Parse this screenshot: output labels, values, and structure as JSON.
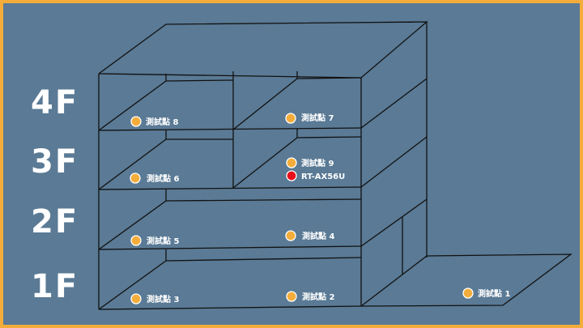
{
  "floors": [
    "4F",
    "3F",
    "2F",
    "1F"
  ],
  "points": [
    {
      "id": "p8",
      "label": "測試點 8"
    },
    {
      "id": "p7",
      "label": "測試點 7"
    },
    {
      "id": "p9",
      "label": "測試點 9"
    },
    {
      "id": "router",
      "label": "RT-AX56U"
    },
    {
      "id": "p6",
      "label": "測試點 6"
    },
    {
      "id": "p5",
      "label": "測試點 5"
    },
    {
      "id": "p4",
      "label": "測試點 4"
    },
    {
      "id": "p3",
      "label": "測試點 3"
    },
    {
      "id": "p2",
      "label": "測試點 2"
    },
    {
      "id": "p1",
      "label": "測試點 1"
    }
  ],
  "colors": {
    "background": "#5a7a95",
    "border": "#f4ad3b",
    "test_point": "#f4ad3b",
    "router": "#e8101a",
    "lines": "#111111"
  }
}
